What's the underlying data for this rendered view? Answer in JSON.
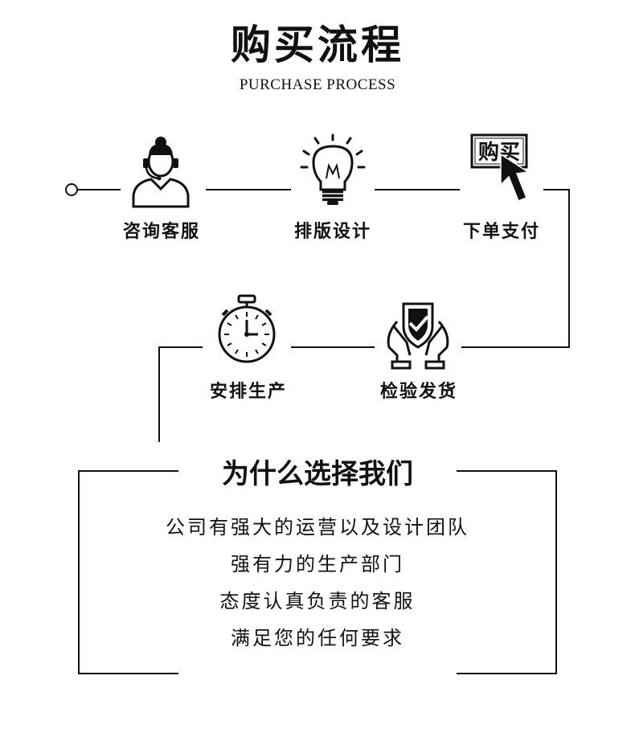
{
  "header": {
    "title": "购买流程",
    "subtitle": "PURCHASE PROCESS"
  },
  "steps": [
    {
      "label": "咨询客服",
      "icon": "customer-service-icon"
    },
    {
      "label": "排版设计",
      "icon": "lightbulb-icon"
    },
    {
      "label": "下单支付",
      "icon": "buy-cursor-icon",
      "icon_text": "购买"
    },
    {
      "label": "检验发货",
      "icon": "shield-check-hands-icon"
    },
    {
      "label": "安排生产",
      "icon": "stopwatch-icon"
    }
  ],
  "why": {
    "title": "为什么选择我们",
    "lines": [
      "公司有强大的运营以及设计团队",
      "强有力的生产部门",
      "态度认真负责的客服",
      "满足您的任何要求"
    ]
  }
}
